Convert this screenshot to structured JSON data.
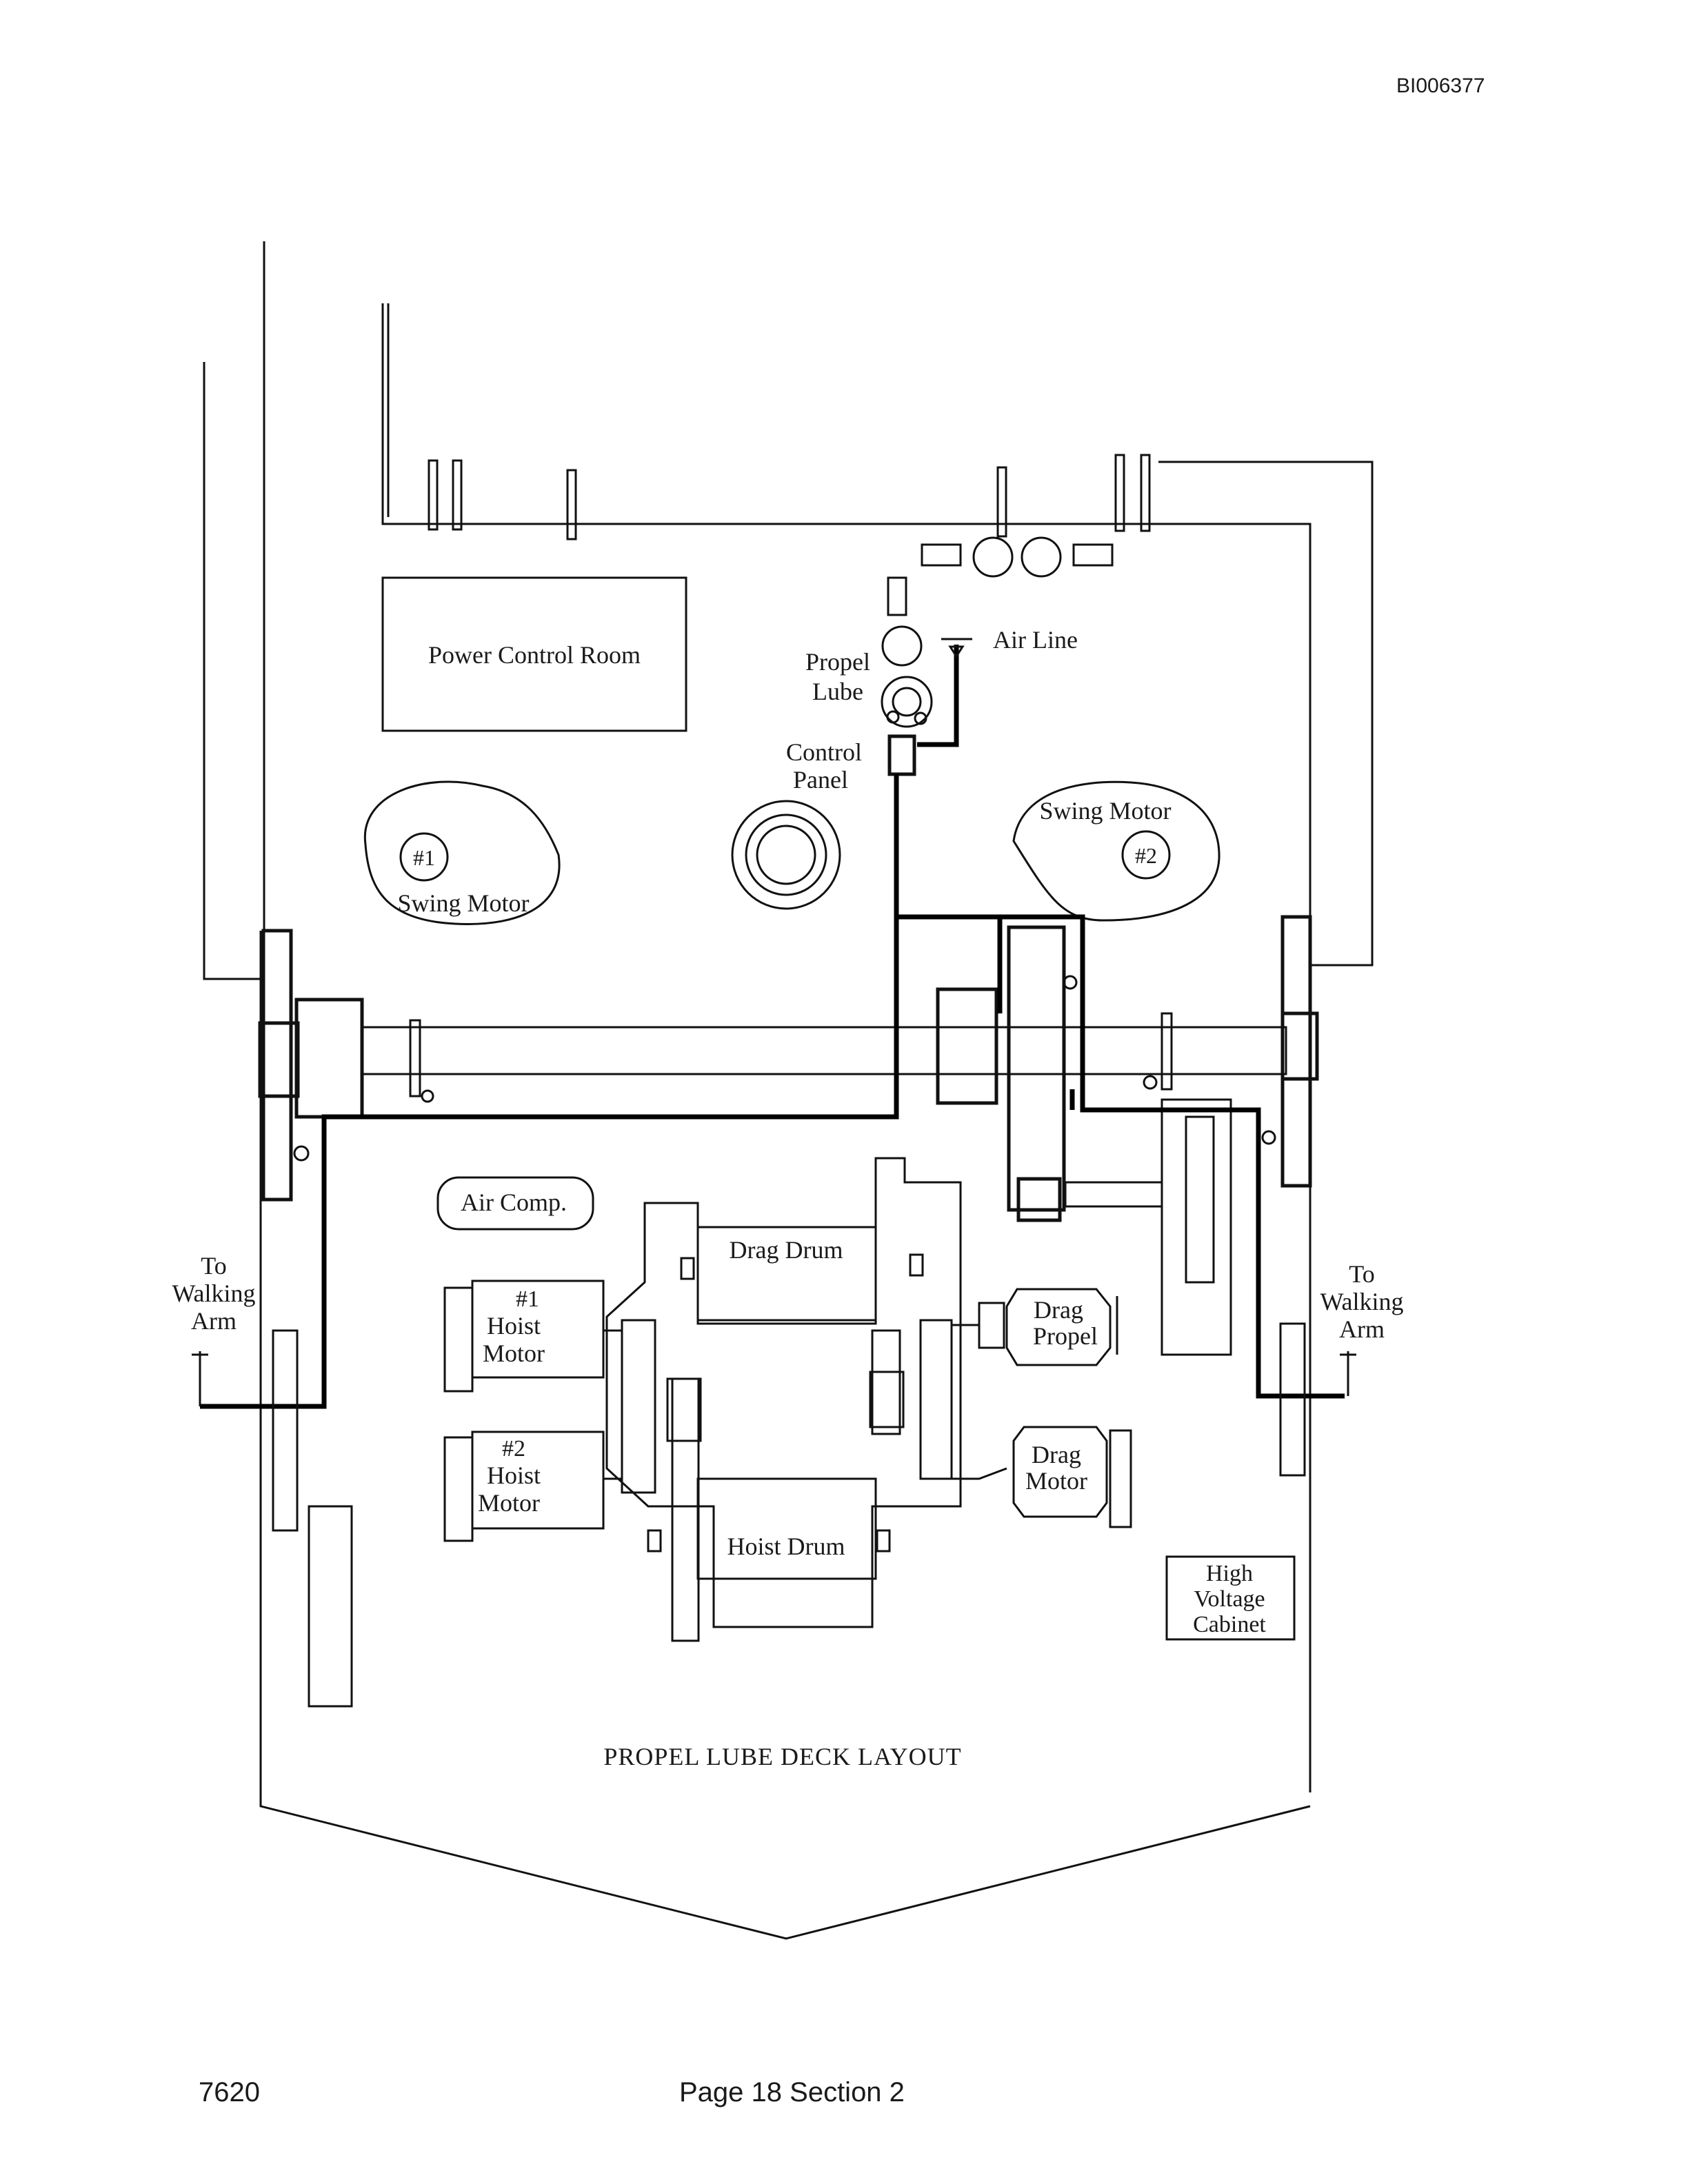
{
  "header": {
    "document_id": "BI006377"
  },
  "labels": {
    "power_control_room": "Power Control Room",
    "propel_lube_line1": "Propel",
    "propel_lube_line2": "Lube",
    "air_line": "Air Line",
    "control_panel_line1": "Control",
    "control_panel_line2": "Panel",
    "swing_motor_1_number": "#1",
    "swing_motor_1_label": "Swing Motor",
    "swing_motor_2_number": "#2",
    "swing_motor_2_label": "Swing Motor",
    "to_walking_arm_line1": "To",
    "to_walking_arm_line2": "Walking",
    "to_walking_arm_line3": "Arm",
    "air_comp": "Air Comp.",
    "drag_drum": "Drag Drum",
    "hoist_drum": "Hoist Drum",
    "hoist_motor_1_number": "#1",
    "hoist_motor_2_number": "#2",
    "hoist_motor_line1": "Hoist",
    "hoist_motor_line2": "Motor",
    "drag_propel_line1": "Drag",
    "drag_propel_line2": "Propel",
    "drag_motor_line1": "Drag",
    "drag_motor_line2": "Motor",
    "hv_cabinet_line1": "High",
    "hv_cabinet_line2": "Voltage",
    "hv_cabinet_line3": "Cabinet",
    "title": "PROPEL LUBE DECK LAYOUT"
  },
  "footer": {
    "doc_number": "7620",
    "page_section": "Page 18 Section 2"
  }
}
